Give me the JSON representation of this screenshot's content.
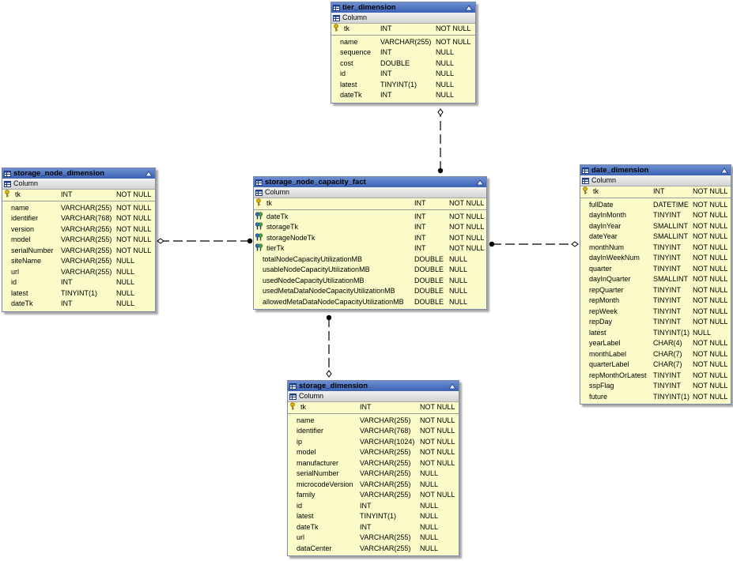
{
  "column_header_label": "Column",
  "tables": [
    {
      "id": "tier_dimension",
      "name": "tier_dimension",
      "columns": [
        {
          "name": "tk",
          "type": "INT",
          "null": "NOT NULL",
          "key": "pk"
        },
        {
          "name": "name",
          "type": "VARCHAR(255)",
          "null": "NOT NULL"
        },
        {
          "name": "sequence",
          "type": "INT",
          "null": "NULL"
        },
        {
          "name": "cost",
          "type": "DOUBLE",
          "null": "NULL"
        },
        {
          "name": "id",
          "type": "INT",
          "null": "NULL"
        },
        {
          "name": "latest",
          "type": "TINYINT(1)",
          "null": "NULL"
        },
        {
          "name": "dateTk",
          "type": "INT",
          "null": "NULL"
        }
      ]
    },
    {
      "id": "storage_node_dimension",
      "name": "storage_node_dimension",
      "columns": [
        {
          "name": "tk",
          "type": "INT",
          "null": "NOT NULL",
          "key": "pk"
        },
        {
          "name": "name",
          "type": "VARCHAR(255)",
          "null": "NOT NULL"
        },
        {
          "name": "identifier",
          "type": "VARCHAR(768)",
          "null": "NOT NULL"
        },
        {
          "name": "version",
          "type": "VARCHAR(255)",
          "null": "NOT NULL"
        },
        {
          "name": "model",
          "type": "VARCHAR(255)",
          "null": "NOT NULL"
        },
        {
          "name": "serialNumber",
          "type": "VARCHAR(255)",
          "null": "NOT NULL"
        },
        {
          "name": "siteName",
          "type": "VARCHAR(255)",
          "null": "NULL"
        },
        {
          "name": "url",
          "type": "VARCHAR(255)",
          "null": "NULL"
        },
        {
          "name": "id",
          "type": "INT",
          "null": "NULL"
        },
        {
          "name": "latest",
          "type": "TINYINT(1)",
          "null": "NULL"
        },
        {
          "name": "dateTk",
          "type": "INT",
          "null": "NULL"
        }
      ]
    },
    {
      "id": "storage_node_capacity_fact",
      "name": "storage_node_capacity_fact",
      "columns": [
        {
          "name": "tk",
          "type": "INT",
          "null": "NOT NULL",
          "key": "pk"
        },
        {
          "name": "dateTk",
          "type": "INT",
          "null": "NOT NULL",
          "key": "fk"
        },
        {
          "name": "storageTk",
          "type": "INT",
          "null": "NOT NULL",
          "key": "fk"
        },
        {
          "name": "storageNodeTk",
          "type": "INT",
          "null": "NOT NULL",
          "key": "fk"
        },
        {
          "name": "tierTk",
          "type": "INT",
          "null": "NOT NULL",
          "key": "fk"
        },
        {
          "name": "totalNodeCapacityUtilizationMB",
          "type": "DOUBLE",
          "null": "NULL"
        },
        {
          "name": "usableNodeCapacityUtilizationMB",
          "type": "DOUBLE",
          "null": "NULL"
        },
        {
          "name": "usedNodeCapacityUtilizationMB",
          "type": "DOUBLE",
          "null": "NULL"
        },
        {
          "name": "usedMetaDataNodeCapacityUtilizationMB",
          "type": "DOUBLE",
          "null": "NULL"
        },
        {
          "name": "allowedMetaDataNodeCapacityUtilizationMB",
          "type": "DOUBLE",
          "null": "NULL"
        }
      ]
    },
    {
      "id": "date_dimension",
      "name": "date_dimension",
      "columns": [
        {
          "name": "tk",
          "type": "INT",
          "null": "NOT NULL",
          "key": "pk"
        },
        {
          "name": "fullDate",
          "type": "DATETIME",
          "null": "NOT NULL"
        },
        {
          "name": "dayInMonth",
          "type": "TINYINT",
          "null": "NOT NULL"
        },
        {
          "name": "dayInYear",
          "type": "SMALLINT",
          "null": "NOT NULL"
        },
        {
          "name": "dateYear",
          "type": "SMALLINT",
          "null": "NOT NULL"
        },
        {
          "name": "monthNum",
          "type": "TINYINT",
          "null": "NOT NULL"
        },
        {
          "name": "dayInWeekNum",
          "type": "TINYINT",
          "null": "NOT NULL"
        },
        {
          "name": "quarter",
          "type": "TINYINT",
          "null": "NOT NULL"
        },
        {
          "name": "dayInQuarter",
          "type": "SMALLINT",
          "null": "NOT NULL"
        },
        {
          "name": "repQuarter",
          "type": "TINYINT",
          "null": "NOT NULL"
        },
        {
          "name": "repMonth",
          "type": "TINYINT",
          "null": "NOT NULL"
        },
        {
          "name": "repWeek",
          "type": "TINYINT",
          "null": "NOT NULL"
        },
        {
          "name": "repDay",
          "type": "TINYINT",
          "null": "NOT NULL"
        },
        {
          "name": "latest",
          "type": "TINYINT(1)",
          "null": "NULL"
        },
        {
          "name": "yearLabel",
          "type": "CHAR(4)",
          "null": "NOT NULL"
        },
        {
          "name": "monthLabel",
          "type": "CHAR(7)",
          "null": "NOT NULL"
        },
        {
          "name": "quarterLabel",
          "type": "CHAR(7)",
          "null": "NOT NULL"
        },
        {
          "name": "repMonthOrLatest",
          "type": "TINYINT",
          "null": "NOT NULL"
        },
        {
          "name": "sspFlag",
          "type": "TINYINT",
          "null": "NOT NULL"
        },
        {
          "name": "future",
          "type": "TINYINT(1)",
          "null": "NOT NULL"
        }
      ]
    },
    {
      "id": "storage_dimension",
      "name": "storage_dimension",
      "columns": [
        {
          "name": "tk",
          "type": "INT",
          "null": "NOT NULL",
          "key": "pk"
        },
        {
          "name": "name",
          "type": "VARCHAR(255)",
          "null": "NOT NULL"
        },
        {
          "name": "identifier",
          "type": "VARCHAR(768)",
          "null": "NOT NULL"
        },
        {
          "name": "ip",
          "type": "VARCHAR(1024)",
          "null": "NOT NULL"
        },
        {
          "name": "model",
          "type": "VARCHAR(255)",
          "null": "NOT NULL"
        },
        {
          "name": "manufacturer",
          "type": "VARCHAR(255)",
          "null": "NOT NULL"
        },
        {
          "name": "serialNumber",
          "type": "VARCHAR(255)",
          "null": "NULL"
        },
        {
          "name": "microcodeVersion",
          "type": "VARCHAR(255)",
          "null": "NULL"
        },
        {
          "name": "family",
          "type": "VARCHAR(255)",
          "null": "NOT NULL"
        },
        {
          "name": "id",
          "type": "INT",
          "null": "NULL"
        },
        {
          "name": "latest",
          "type": "TINYINT(1)",
          "null": "NULL"
        },
        {
          "name": "dateTk",
          "type": "INT",
          "null": "NULL"
        },
        {
          "name": "url",
          "type": "VARCHAR(255)",
          "null": "NULL"
        },
        {
          "name": "dataCenter",
          "type": "VARCHAR(255)",
          "null": "NULL"
        }
      ]
    }
  ],
  "relationships": [
    {
      "from": "storage_node_capacity_fact",
      "to": "tier_dimension",
      "fk": "tierTk"
    },
    {
      "from": "storage_node_capacity_fact",
      "to": "storage_node_dimension",
      "fk": "storageNodeTk"
    },
    {
      "from": "storage_node_capacity_fact",
      "to": "date_dimension",
      "fk": "dateTk"
    },
    {
      "from": "storage_node_capacity_fact",
      "to": "storage_dimension",
      "fk": "storageTk"
    }
  ]
}
